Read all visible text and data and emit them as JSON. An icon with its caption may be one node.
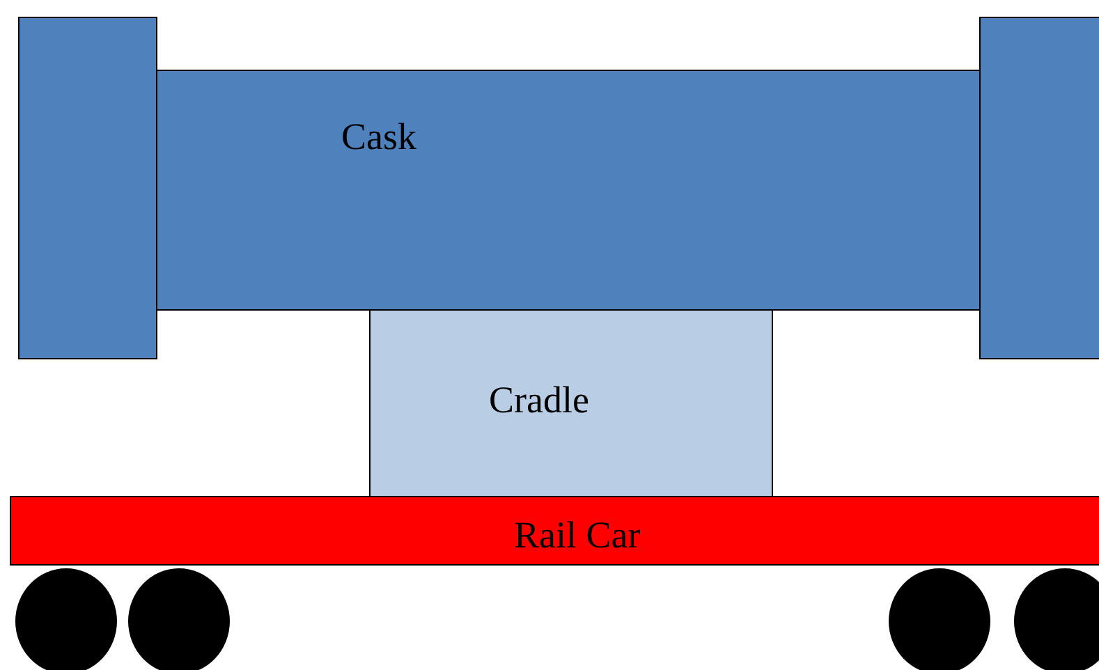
{
  "diagram": {
    "nodes": [
      {
        "text": [],
        "shape": "box"
      },
      {
        "text": [
          "Cask"
        ]
      },
      {
        "text": [],
        "shape": "box"
      },
      {
        "text": [
          "Cradle"
        ]
      },
      {
        "text": [
          "Rail Car"
        ]
      },
      {
        "text": [],
        "shape": "circle"
      },
      {
        "text": [],
        "shape": "circle"
      },
      {
        "text": [],
        "shape": "circle"
      },
      {
        "text": [],
        "shape": "circle"
      }
    ]
  }
}
